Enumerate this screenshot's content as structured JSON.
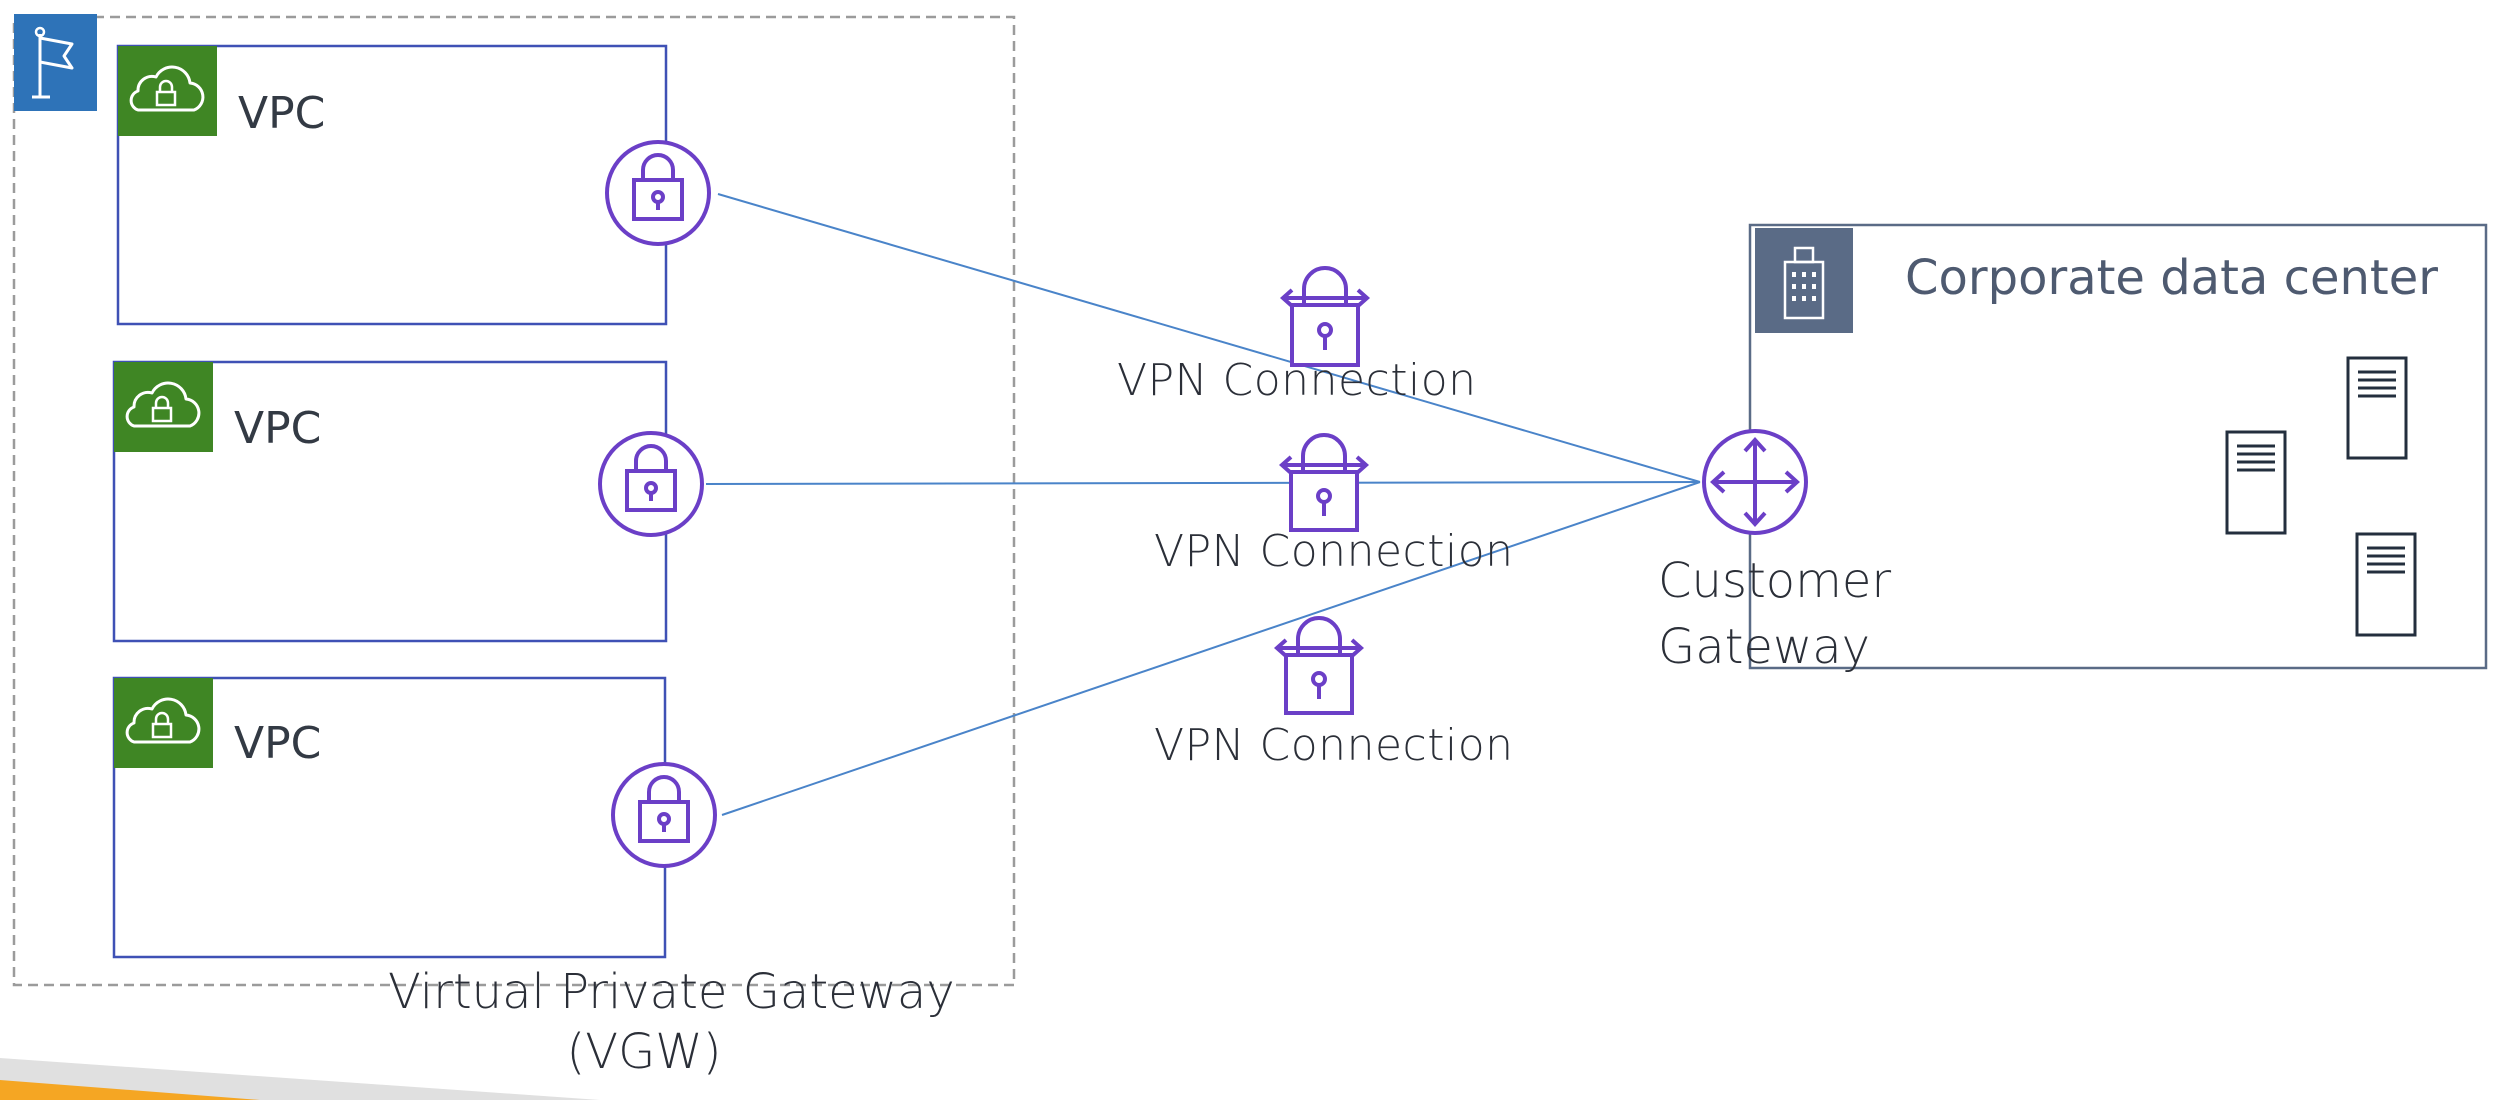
{
  "vgw": {
    "label_line1": "Virtual Private Gateway",
    "label_line2": "(VGW)",
    "icon": "flag-icon"
  },
  "vpcs": [
    {
      "label": "VPC",
      "icon": "cloud-lock-icon",
      "gateway_icon": "lock-circle-icon"
    },
    {
      "label": "VPC",
      "icon": "cloud-lock-icon",
      "gateway_icon": "lock-circle-icon"
    },
    {
      "label": "VPC",
      "icon": "cloud-lock-icon",
      "gateway_icon": "lock-circle-icon"
    }
  ],
  "vpn_connections": [
    {
      "label": "VPN Connection",
      "icon": "vpn-lock-icon"
    },
    {
      "label": "VPN Connection",
      "icon": "vpn-lock-icon"
    },
    {
      "label": "VPN Connection",
      "icon": "vpn-lock-icon"
    }
  ],
  "customer_gateway": {
    "label_line1": "Customer",
    "label_line2": "Gateway",
    "icon": "router-arrows-icon"
  },
  "data_center": {
    "label": "Corporate data center",
    "icon": "office-building-icon",
    "server_icons": [
      "server-icon",
      "server-icon",
      "server-icon"
    ]
  },
  "colors": {
    "vpc_border": "#3f51b5",
    "vpc_badge": "#3f8624",
    "vgw_badge": "#2e73b8",
    "gateway_purple": "#6b3fc7",
    "connection_line": "#4a84c9",
    "dc_border": "#5a6b86",
    "dc_badge": "#5a6b86",
    "dashed_border": "#9b9b9b",
    "footer_orange": "#f5a623",
    "footer_gray": "#d9d9d9"
  }
}
